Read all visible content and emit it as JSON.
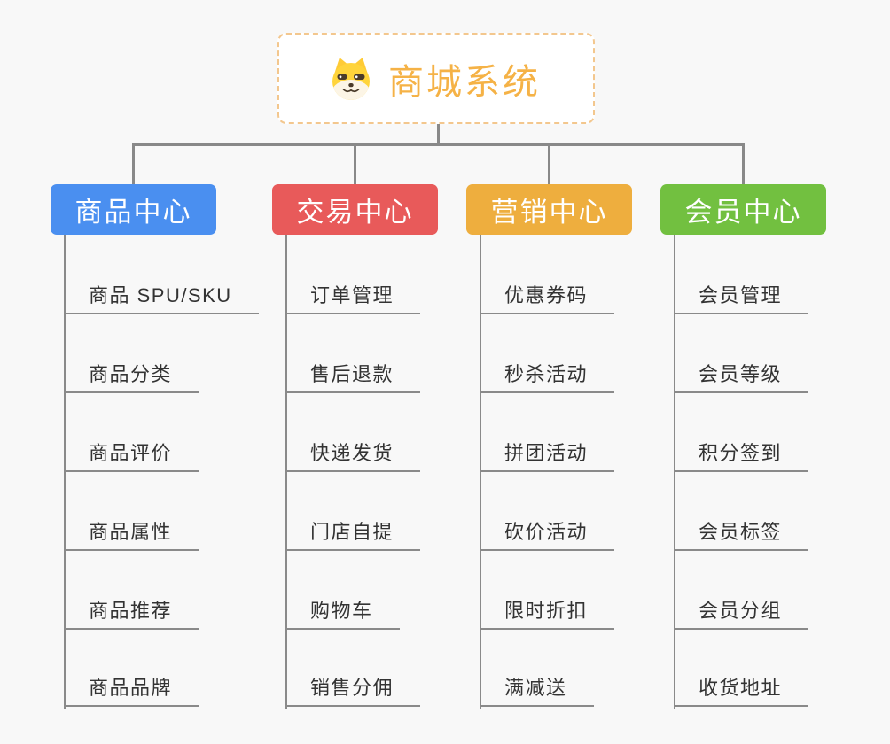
{
  "root": {
    "title": "商城系统",
    "icon": "shiba-dog-icon",
    "title_color": "#F5B246",
    "border_color": "#F3C78E"
  },
  "connector_color": "#898989",
  "branches": [
    {
      "label": "商品中心",
      "color": "#4A8FF0",
      "children": [
        "商品 SPU/SKU",
        "商品分类",
        "商品评价",
        "商品属性",
        "商品推荐",
        "商品品牌"
      ]
    },
    {
      "label": "交易中心",
      "color": "#E85A5A",
      "children": [
        "订单管理",
        "售后退款",
        "快递发货",
        "门店自提",
        "购物车",
        "销售分佣"
      ]
    },
    {
      "label": "营销中心",
      "color": "#EEAE3E",
      "children": [
        "优惠券码",
        "秒杀活动",
        "拼团活动",
        "砍价活动",
        "限时折扣",
        "满减送"
      ]
    },
    {
      "label": "会员中心",
      "color": "#72C040",
      "children": [
        "会员管理",
        "会员等级",
        "积分签到",
        "会员标签",
        "会员分组",
        "收货地址"
      ]
    }
  ]
}
